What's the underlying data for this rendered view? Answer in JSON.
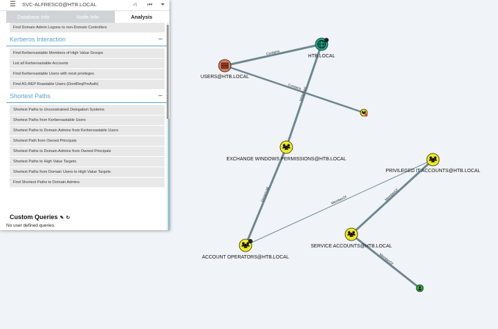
{
  "search": {
    "value": "SVC-ALFRESCO@HTB.LOCAL"
  },
  "toolbar": {
    "menu_icon": "menu-icon",
    "path_icon": "road-icon",
    "back_icon": "back-icon",
    "filter_icon": "filter-icon"
  },
  "tabs": [
    {
      "label": "Database Info",
      "active": false
    },
    {
      "label": "Node Info",
      "active": false
    },
    {
      "label": "Analysis",
      "active": true
    }
  ],
  "analysis": {
    "top_items": [
      "Find Domain Admin Logons to non-Domain Controllers"
    ],
    "sections": [
      {
        "title": "Kerberos Interaction",
        "toggle": "−",
        "items": [
          "Find Kerberoastable Members of High Value Groups",
          "List all Kerberoastable Accounts",
          "Find Kerberoastable Users with most privileges",
          "Find AS-REP Roastable Users (DontReqPreAuth)"
        ]
      },
      {
        "title": "Shortest Paths",
        "toggle": "−",
        "items": [
          "Shortest Paths to Unconstrained Delegation Systems",
          "Shortest Paths from Kerberoastable Users",
          "Shortest Paths to Domain Admins from Kerberoastable Users",
          "Shortest Path from Owned Principals",
          "Shortest Paths to Domain Admins from Owned Principals",
          "Shortest Paths to High Value Targets",
          "Shortest Paths from Domain Users to High Value Targets",
          "Find Shortest Paths to Domain Admins"
        ]
      }
    ],
    "custom": {
      "title": "Custom Queries",
      "empty_text": "No user defined queries."
    }
  },
  "graph": {
    "colors": {
      "edge": "#6b8793",
      "group": "#f2ea1a",
      "domain": "#1aa88a",
      "ou": "#e07b5a",
      "user": "#26b33a"
    },
    "nodes": [
      {
        "id": "htb",
        "label": "HTB.LOCAL",
        "kind": "domain-icon"
      },
      {
        "id": "users",
        "label": "USERS@HTB.LOCAL",
        "kind": "ou-icon"
      },
      {
        "id": "svc",
        "label": "",
        "kind": "user-group-icon"
      },
      {
        "id": "ewp",
        "label": "EXCHANGE WINDOWS PERMISSIONS@HTB.LOCAL",
        "kind": "group-icon"
      },
      {
        "id": "pit",
        "label": "PRIVILEGED IT ACCOUNTS@HTB.LOCAL",
        "kind": "group-icon"
      },
      {
        "id": "sa",
        "label": "SERVICE ACCOUNTS@HTB.LOCAL",
        "kind": "group-icon"
      },
      {
        "id": "ao",
        "label": "ACCOUNT OPERATORS@HTB.LOCAL",
        "kind": "group-icon"
      },
      {
        "id": "usr",
        "label": "",
        "kind": "user-icon"
      }
    ],
    "edges": [
      {
        "from": "users",
        "to": "htb",
        "label": "Contains"
      },
      {
        "from": "users",
        "to": "svc",
        "label": "Contains"
      },
      {
        "from": "ewp",
        "to": "htb",
        "label": "WriteDacl"
      },
      {
        "from": "ao",
        "to": "ewp",
        "label": "GenericAll"
      },
      {
        "from": "ao",
        "to": "pit",
        "label": "MemberOf"
      },
      {
        "from": "sa",
        "to": "pit",
        "label": "MemberOf"
      },
      {
        "from": "usr",
        "to": "sa",
        "label": "MemberOf"
      }
    ]
  }
}
